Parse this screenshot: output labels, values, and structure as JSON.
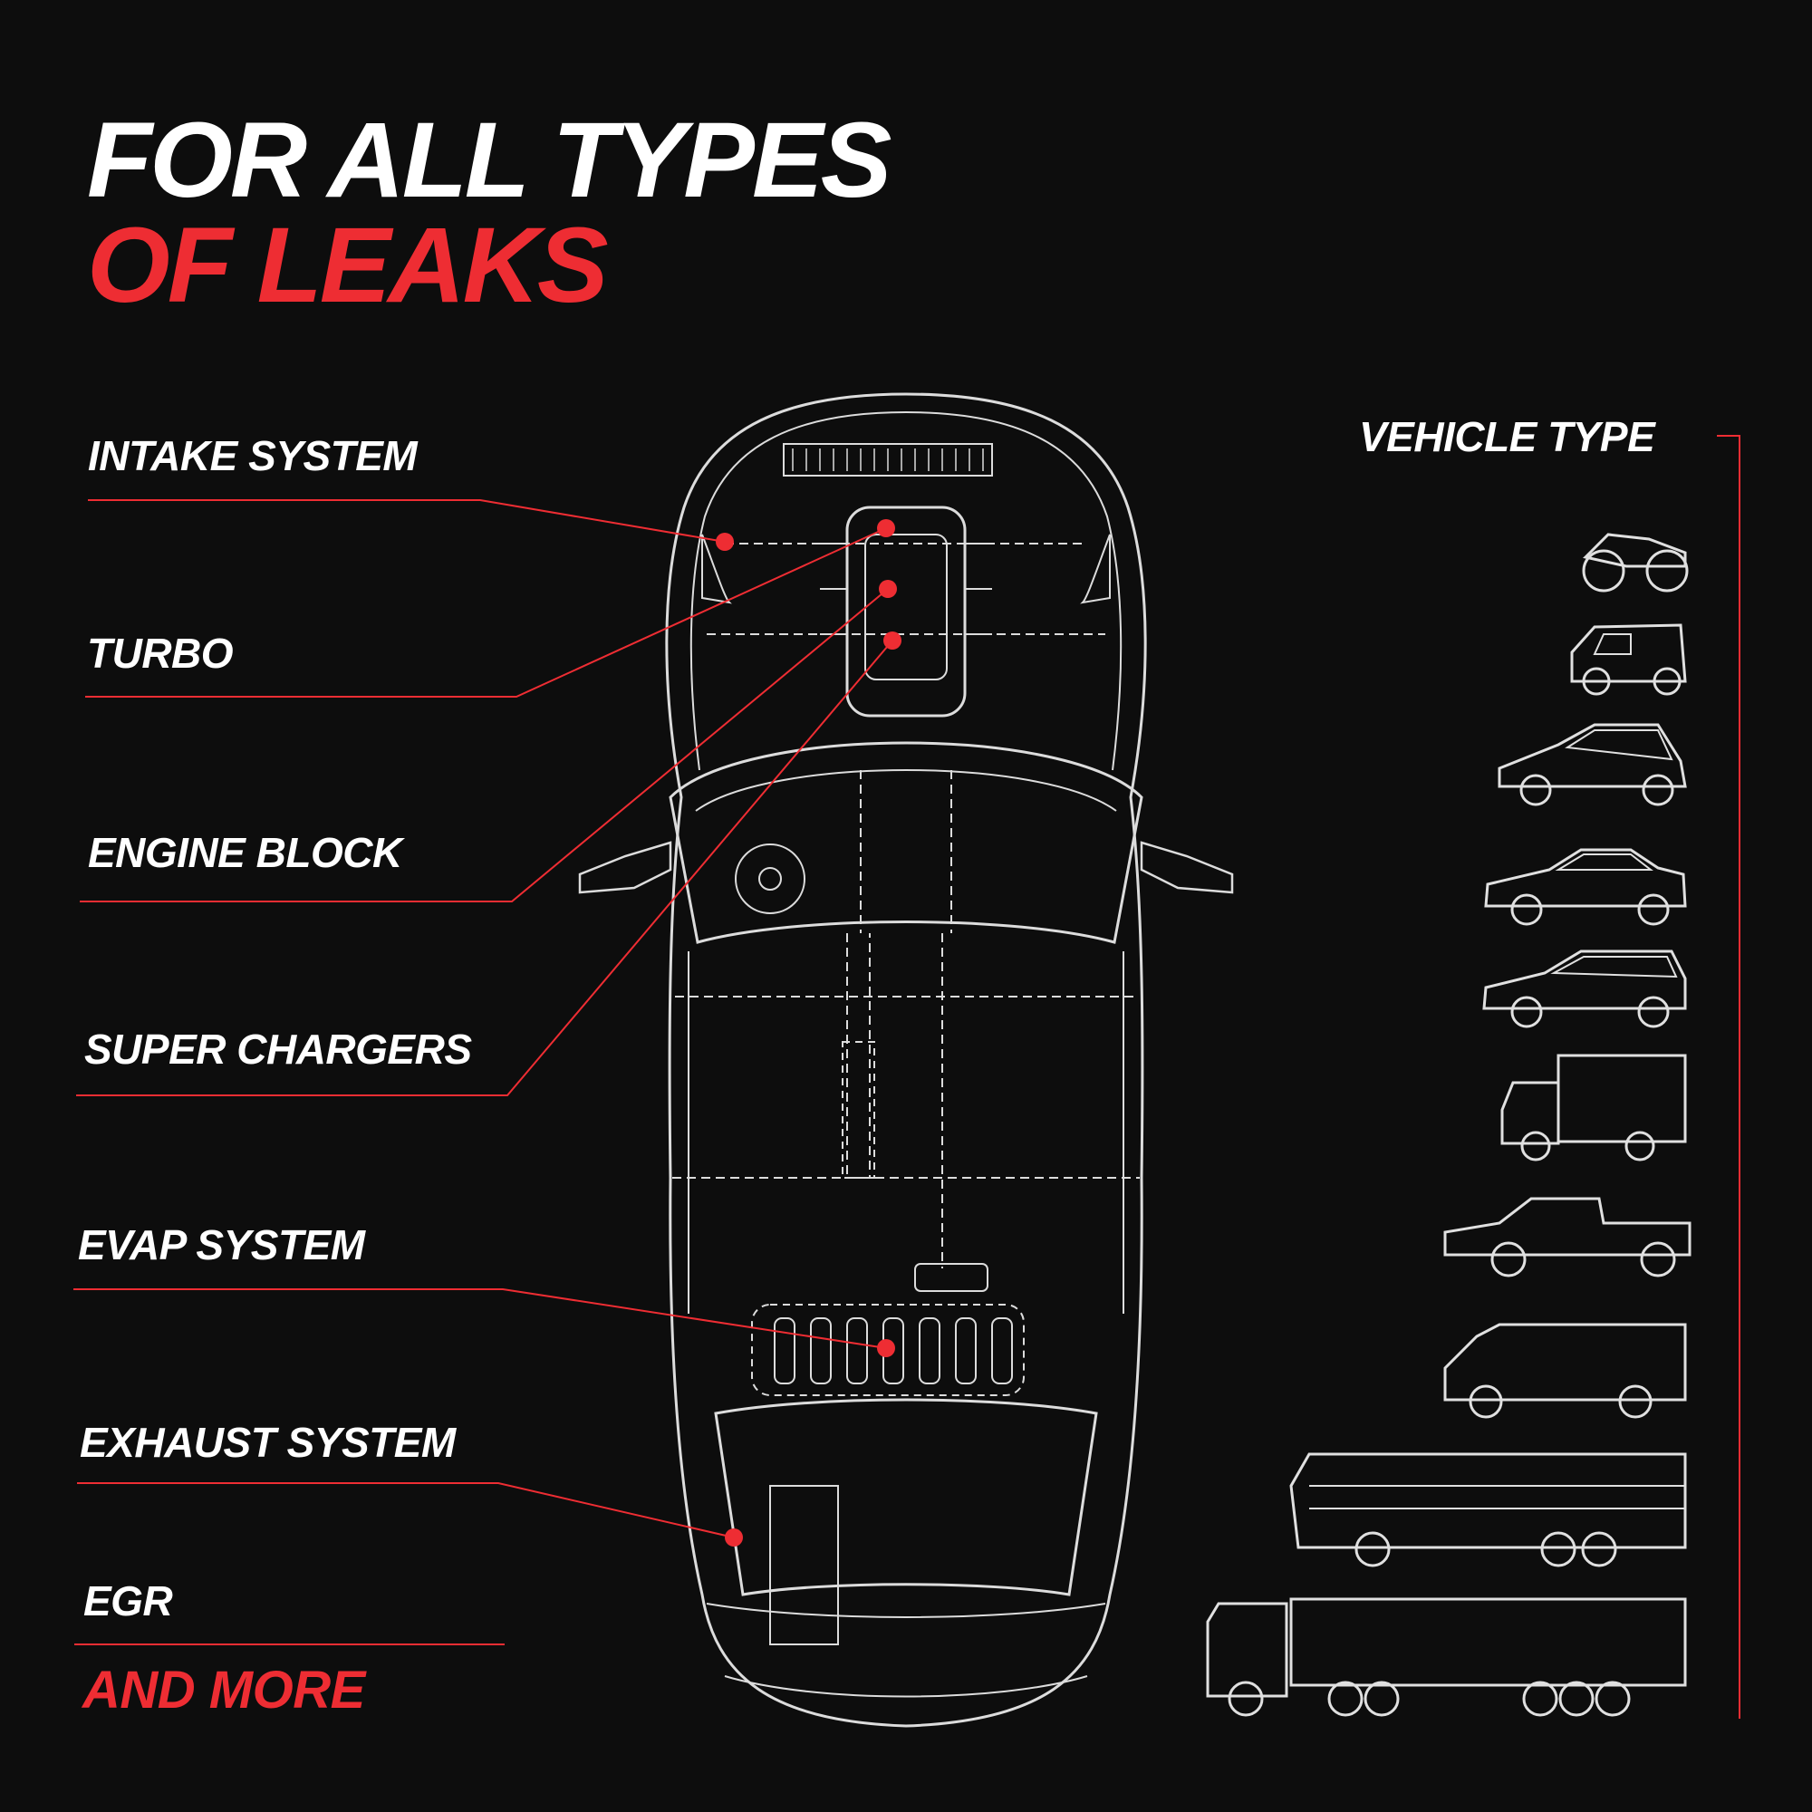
{
  "title": {
    "line1": "FOR ALL TYPES",
    "line2": "OF LEAKS"
  },
  "leak_points": [
    {
      "label": "INTAKE SYSTEM"
    },
    {
      "label": "TURBO"
    },
    {
      "label": "ENGINE BLOCK"
    },
    {
      "label": "SUPER CHARGERS"
    },
    {
      "label": "EVAP SYSTEM"
    },
    {
      "label": "EXHAUST SYSTEM"
    },
    {
      "label": "EGR"
    }
  ],
  "and_more": "AND MORE",
  "vehicle_type": {
    "heading": "VEHICLE TYPE",
    "items": [
      "motorcycle-icon",
      "microcar-icon",
      "hatchback-icon",
      "sedan-icon",
      "station-wagon-icon",
      "box-truck-icon",
      "pickup-truck-icon",
      "van-icon",
      "bus-icon",
      "semi-truck-icon"
    ]
  },
  "colors": {
    "background": "#0d0d0d",
    "accent": "#ee2d33",
    "text": "#ffffff",
    "line": "#d9d9d9"
  }
}
